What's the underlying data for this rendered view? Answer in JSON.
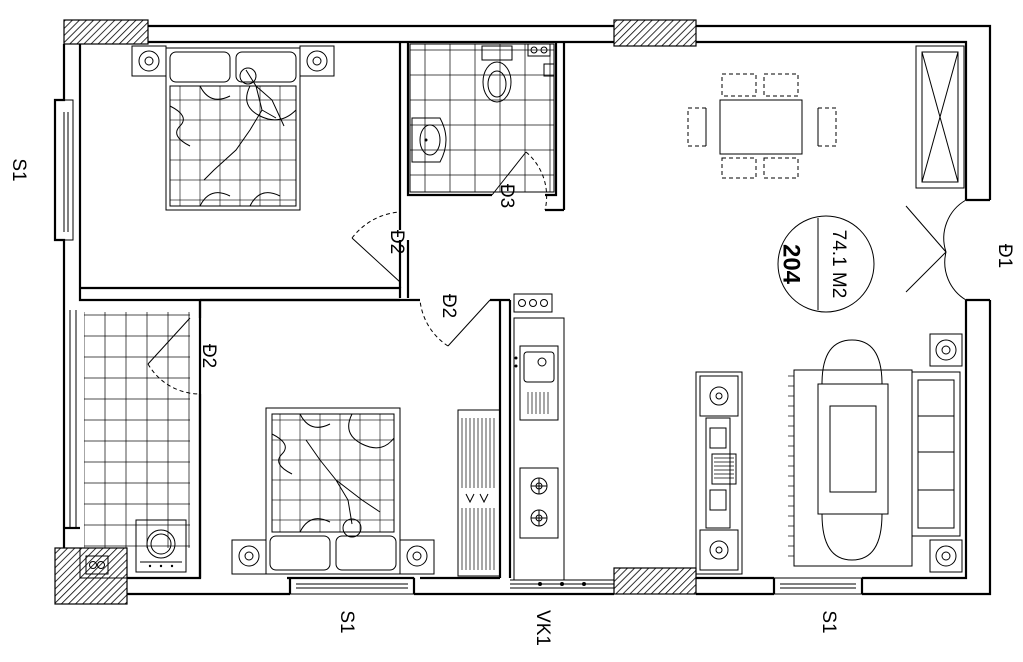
{
  "plan": {
    "unit_number": "204",
    "area": "74.1 M2",
    "labels": {
      "window_left": "S1",
      "window_bottom_left": "S1",
      "window_bottom_right": "S1",
      "partition_bottom": "VK1",
      "door_entry": "Đ1",
      "door_bedroom1": "Đ2",
      "door_bedroom2": "Đ2",
      "door_balcony": "Đ2",
      "door_wc": "Đ3"
    }
  }
}
